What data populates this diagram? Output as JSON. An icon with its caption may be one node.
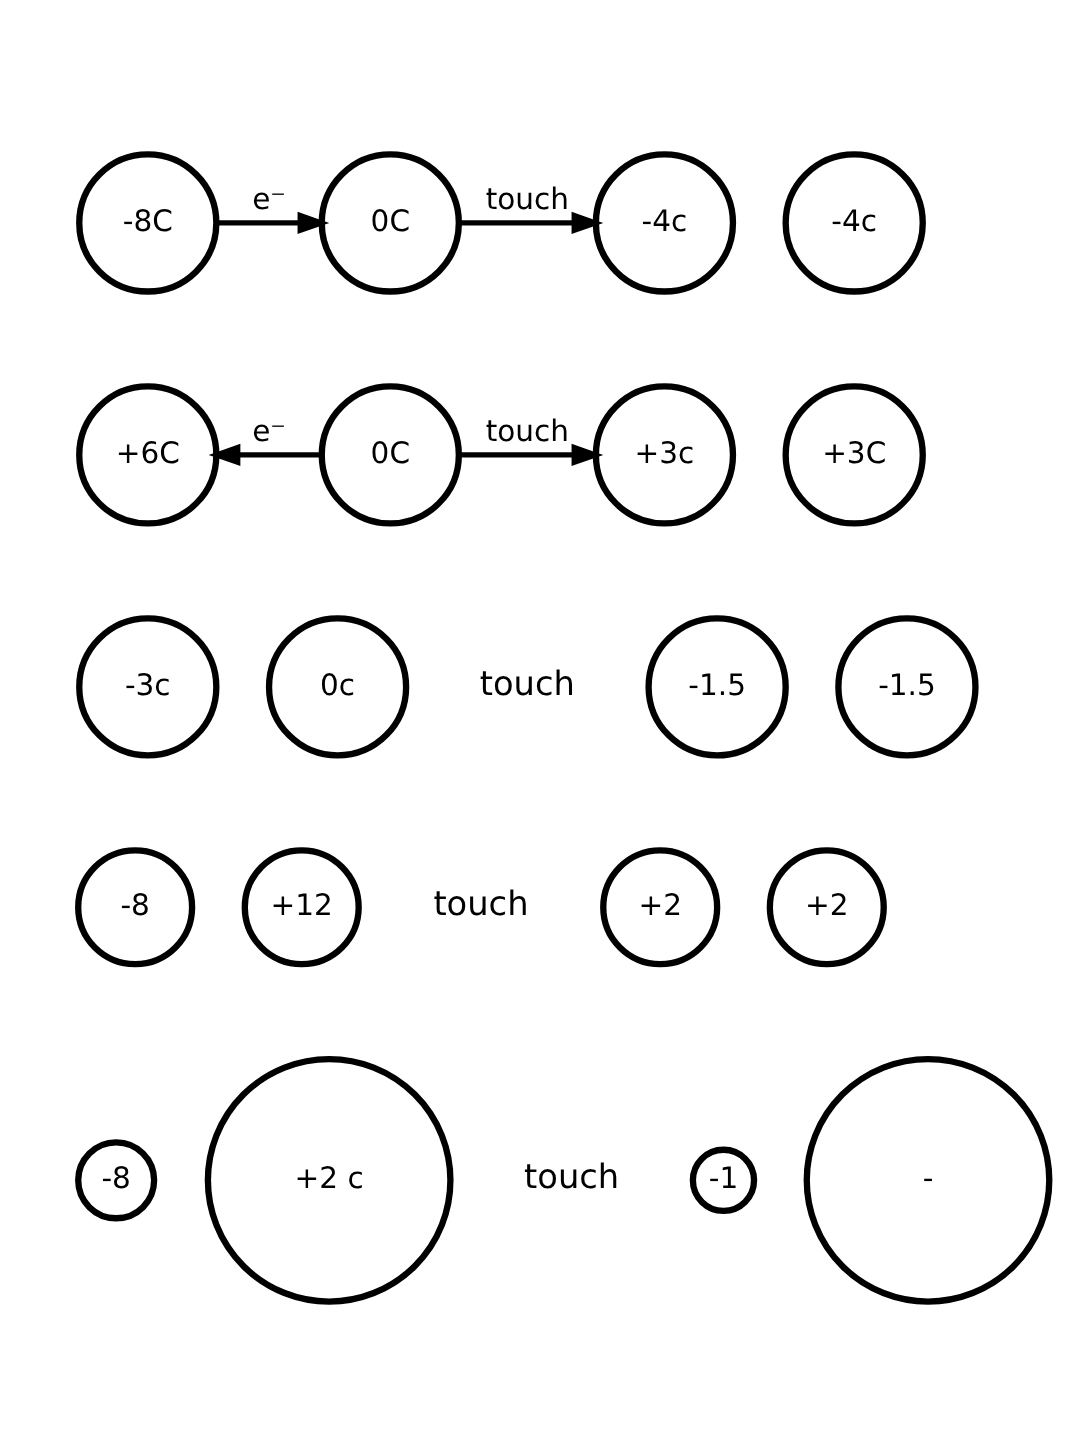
{
  "diagram": {
    "nodes": [
      {
        "text": [
          "-8C"
        ]
      },
      {
        "text": [
          "0C"
        ]
      },
      {
        "text": [
          "-4c"
        ]
      },
      {
        "text": [
          "-4c"
        ]
      },
      {
        "text": [
          "+6C"
        ]
      },
      {
        "text": [
          "0C"
        ]
      },
      {
        "text": [
          "+3c"
        ]
      },
      {
        "text": [
          "+3C"
        ]
      },
      {
        "text": [
          "-3c"
        ]
      },
      {
        "text": [
          "0c"
        ]
      },
      {
        "text": [
          "-1.5"
        ]
      },
      {
        "text": [
          "-1.5"
        ]
      },
      {
        "text": [
          "-8"
        ]
      },
      {
        "text": [
          "+12"
        ]
      },
      {
        "text": [
          "+2"
        ]
      },
      {
        "text": [
          "+2"
        ]
      },
      {
        "text": [
          "-8"
        ]
      },
      {
        "text": [
          "+2 c"
        ]
      },
      {
        "text": [
          "-1"
        ]
      },
      {
        "text": [
          "-"
        ]
      }
    ],
    "edges": [
      {
        "from": 0,
        "to": 1,
        "arrow": "to",
        "label": "e⁻"
      },
      {
        "from": 1,
        "to": 2,
        "arrow": "to",
        "label": "touch"
      },
      {
        "from": 5,
        "to": 4,
        "arrow": "to",
        "label": "e⁻"
      },
      {
        "from": 5,
        "to": 6,
        "arrow": "to",
        "label": "touch"
      }
    ],
    "labels": [
      "touch",
      "touch",
      "touch"
    ]
  }
}
